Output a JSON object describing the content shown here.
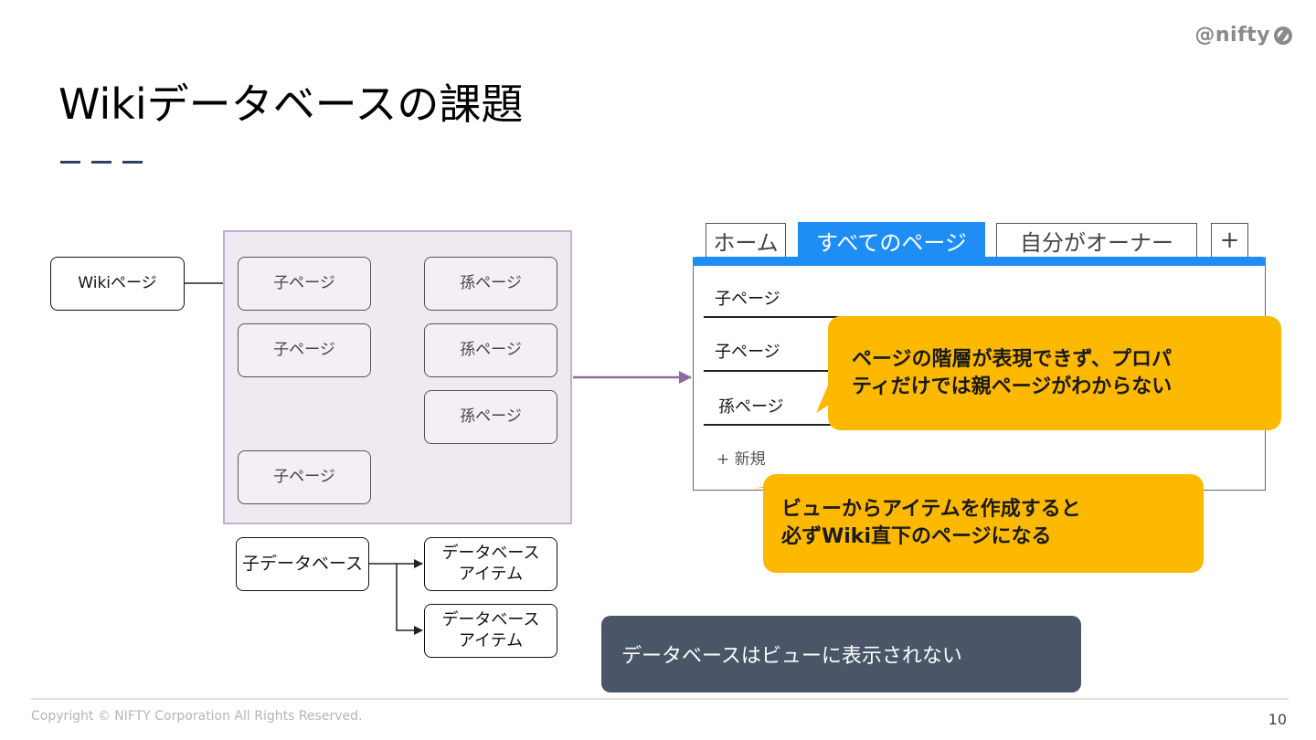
{
  "brand": {
    "logo_text": "@nifty"
  },
  "slide": {
    "title": "Wikiデータベースの課題",
    "page_number": "10"
  },
  "footer": {
    "copyright": "Copyright © NIFTY Corporation All Rights Reserved."
  },
  "diagram": {
    "wiki_page": "Wikiページ",
    "children": [
      {
        "label": "子ページ",
        "grandchildren": [
          "孫ページ"
        ]
      },
      {
        "label": "子ページ",
        "grandchildren": [
          "孫ページ",
          "孫ページ"
        ]
      },
      {
        "label": "子ページ",
        "grandchildren": []
      }
    ],
    "child_database": "子データベース",
    "database_items": [
      "データベース\nアイテム",
      "データベース\nアイテム"
    ]
  },
  "view": {
    "tabs": [
      "ホーム",
      "すべてのページ",
      "自分がオーナー",
      "+"
    ],
    "active_tab": "すべてのページ",
    "rows": [
      "子ページ",
      "子ページ",
      "孫ページ"
    ],
    "new_label": "+ 新規",
    "accent_color": "#1e8ef4"
  },
  "callouts": {
    "hierarchy": "ページの階層が表現できず、プロパティだけでは親ページがわからない",
    "hierarchy_lines": [
      "ページの階層が表現できず、プロパ",
      "ティだけでは親ページがわからない"
    ],
    "create_lines": [
      "ビューからアイテムを作成すると",
      "必ずWiki直下のページになる"
    ],
    "database": "データベースはビューに表示されない",
    "highlight_color": "#fcb900",
    "dark_color": "#4a5568"
  }
}
